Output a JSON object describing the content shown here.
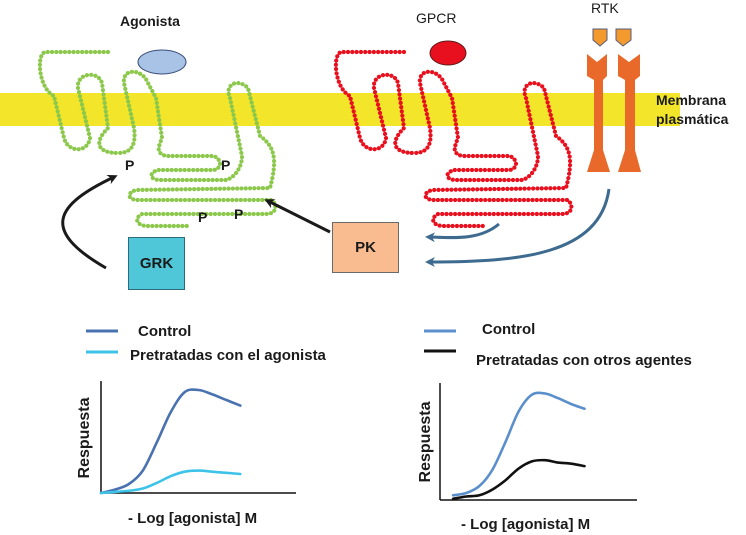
{
  "diagram": {
    "labels": {
      "agonist": "Agonista",
      "gpcr": "GPCR",
      "rtk": "RTK",
      "membrane_line1": "Membrana",
      "membrane_line2": "plasmática",
      "phospho": "P",
      "grk": "GRK",
      "pk": "PK"
    },
    "colors": {
      "membrane": "#f2e52a",
      "receptor_homologous": "#8cc84b",
      "receptor_heterologous": "#e8101e",
      "agonist_ligand": "#a9c3e6",
      "gpcr_ligand": "#e8101e",
      "rtk_body": "#e8692a",
      "rtk_ligand": "#f29a2e",
      "grk_box": "#4fc7d8",
      "pk_box": "#f9bb90",
      "arrow_black": "#1a1a1a",
      "arrow_blue": "#3d6a8f"
    },
    "phospho_sites_count": 4
  },
  "legends": {
    "left": [
      {
        "label": "Control",
        "color": "#4a72b0"
      },
      {
        "label": "Pretratadas con el agonista",
        "color": "#3ec3e8"
      }
    ],
    "right": [
      {
        "label": "Control",
        "color": "#5b8fcc"
      },
      {
        "label": "Pretratadas con otros agentes",
        "color": "#111111"
      }
    ]
  },
  "chart_data": [
    {
      "type": "line",
      "title": "",
      "xlabel": "- Log [agonista] M",
      "ylabel": "Respuesta",
      "x": [
        0,
        1,
        2,
        3,
        4,
        5,
        6,
        7,
        8,
        9,
        10
      ],
      "xlim": [
        0,
        14
      ],
      "ylim": [
        0,
        100
      ],
      "grid": false,
      "legend": "top",
      "series": [
        {
          "name": "Control",
          "color": "#4a72b0",
          "values": [
            0,
            3,
            8,
            20,
            45,
            72,
            90,
            92,
            88,
            83,
            78
          ]
        },
        {
          "name": "Pretratadas con el agonista",
          "color": "#3ec3e8",
          "values": [
            0,
            1,
            2,
            4,
            9,
            15,
            19,
            20,
            19,
            18,
            17
          ]
        }
      ]
    },
    {
      "type": "line",
      "title": "",
      "xlabel": "- Log [agonista] M",
      "ylabel": "Respuesta",
      "x": [
        0,
        1,
        2,
        3,
        4,
        5,
        6,
        7,
        8,
        9,
        10
      ],
      "xlim": [
        -1,
        14
      ],
      "ylim": [
        0,
        100
      ],
      "grid": false,
      "legend": "top",
      "series": [
        {
          "name": "Control",
          "color": "#5b8fcc",
          "values": [
            4,
            6,
            12,
            26,
            50,
            76,
            90,
            91,
            87,
            82,
            78
          ]
        },
        {
          "name": "Pretratadas con otros agentes",
          "color": "#111111",
          "values": [
            1,
            3,
            4,
            9,
            17,
            27,
            33,
            34,
            32,
            31,
            29
          ]
        }
      ]
    }
  ]
}
